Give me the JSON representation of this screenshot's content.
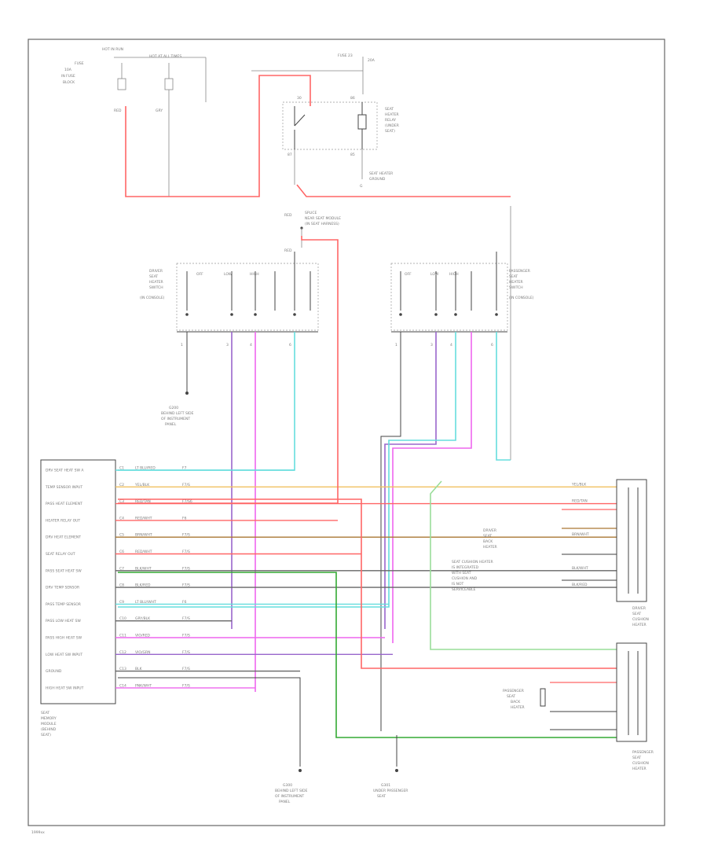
{
  "diagram": {
    "footer_code": "1999xx",
    "module_label": [
      "SEAT",
      "MEMORY",
      "MODULE",
      "(BEHIND",
      "SEAT)"
    ],
    "module_pins": [
      {
        "pin": "C1",
        "name": "DRV SEAT HEAT SW A",
        "color": "LT BLU/RED",
        "code": "F7"
      },
      {
        "pin": "C2",
        "name": "TEMP SENSOR INPUT",
        "color": "YEL/BLK",
        "code": "F7/S"
      },
      {
        "pin": "C3",
        "name": "PASS HEAT ELEMENT",
        "color": "RED/TAN",
        "code": "F7/S6"
      },
      {
        "pin": "C4",
        "name": "HEATER RELAY OUT",
        "color": "RED/WHT",
        "code": "F6"
      },
      {
        "pin": "C5",
        "name": "DRV HEAT ELEMENT",
        "color": "BRN/WHT",
        "code": "F7/S"
      },
      {
        "pin": "C6",
        "name": "SEAT RELAY OUT",
        "color": "RED/WHT",
        "code": "F7/S"
      },
      {
        "pin": "C7",
        "name": "PASS SEAT HEAT SW",
        "color": "BLK/WHT",
        "code": "F7/S"
      },
      {
        "pin": "C8",
        "name": "DRV TEMP SENSOR",
        "color": "BLK/RED",
        "code": "F7/S"
      },
      {
        "pin": "C9",
        "name": "PASS TEMP SENSOR",
        "color": "LT BLU/WHT",
        "code": "F6"
      },
      {
        "pin": "C10",
        "name": "PASS LOW HEAT SW",
        "color": "GRY/BLK",
        "code": "F7/S"
      },
      {
        "pin": "C11",
        "name": "PASS HIGH HEAT SW",
        "color": "VIO/RED",
        "code": "F7/S"
      },
      {
        "pin": "C12",
        "name": "LOW HEAT SW INPUT",
        "color": "VIO/GRN",
        "code": "F7/S"
      },
      {
        "pin": "C13",
        "name": "GROUND",
        "color": "BLK",
        "code": "F7/S"
      },
      {
        "pin": "C14",
        "name": "HIGH HEAT SW INPUT",
        "color": "PNK/WHT",
        "code": "F7/S"
      }
    ],
    "top_labels": {
      "fuse_left": [
        "FUSE",
        "10A",
        "IN FUSE",
        "BLOCK"
      ],
      "hot_in_run": "HOT IN RUN",
      "hot_at_all_times": "HOT AT ALL TIMES",
      "relay_label": [
        "SEAT",
        "HEATER",
        "RELAY",
        "(UNDER",
        "SEAT)"
      ],
      "relay_ground": [
        "SEAT HEATER",
        "GROUND"
      ],
      "splice_note": [
        "SPLICE",
        "NEAR SEAT MODULE",
        "(IN SEAT HARNESS)"
      ],
      "fuse_top": "FUSE 23"
    },
    "switches": {
      "driver_label": [
        "DRIVER",
        "SEAT",
        "HEATER",
        "SWITCH",
        "(IN CONSOLE)"
      ],
      "passenger_label": [
        "PASSENGER",
        "SEAT",
        "HEATER",
        "SWITCH",
        "(IN CONSOLE)"
      ],
      "pos_low": "LOW",
      "pos_high": "HIGH",
      "pos_off": "OFF"
    },
    "right_components": {
      "driver_element_label": [
        "DRIVER",
        "SEAT",
        "BACK",
        "HEATER"
      ],
      "driver_cushion_label": [
        "DRIVER",
        "SEAT",
        "CUSHION",
        "HEATER"
      ],
      "passenger_element_label": [
        "PASSENGER",
        "SEAT",
        "BACK",
        "HEATER"
      ],
      "passenger_cushion_label": [
        "PASSENGER",
        "SEAT",
        "CUSHION",
        "HEATER"
      ],
      "note": [
        "SEAT CUSHION HEATER",
        "IS INTEGRATED",
        "WITH SEAT",
        "CUSHION AND",
        "IS NOT",
        "SERVICEABLE"
      ]
    },
    "ground_labels": [
      [
        "G200",
        "BEHIND LEFT SIDE",
        "OF INSTRUMENT",
        "PANEL"
      ],
      [
        "G300",
        "BEHIND LEFT SIDE",
        "OF INSTRUMENT",
        "PANEL"
      ],
      [
        "G301",
        "UNDER PASSENGER",
        "SEAT"
      ]
    ],
    "wire_colors": {
      "red": "#ff6666",
      "yellow": "#f0c060",
      "cyan": "#66dddd",
      "violet": "#9966cc",
      "magenta": "#ee66ee",
      "green": "#33aa33",
      "brown": "#aa7733",
      "lime": "#99dd99",
      "gray": "#666666"
    }
  }
}
